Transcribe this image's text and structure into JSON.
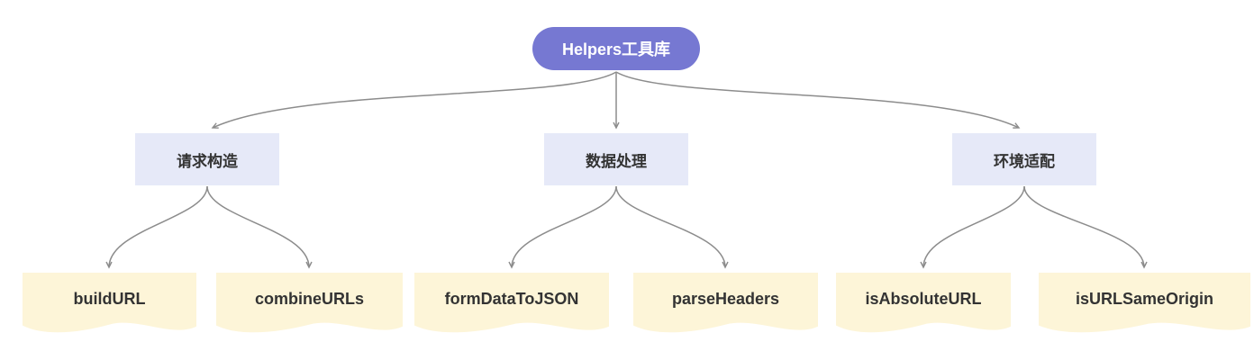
{
  "diagram": {
    "root": {
      "label": "Helpers工具库"
    },
    "branches": [
      {
        "label": "请求构造",
        "children": [
          {
            "label": "buildURL"
          },
          {
            "label": "combineURLs"
          }
        ]
      },
      {
        "label": "数据处理",
        "children": [
          {
            "label": "formDataToJSON"
          },
          {
            "label": "parseHeaders"
          }
        ]
      },
      {
        "label": "环境适配",
        "children": [
          {
            "label": "isAbsoluteURL"
          },
          {
            "label": "isURLSameOrigin"
          }
        ]
      }
    ],
    "colors": {
      "root_bg": "#7678d2",
      "root_text": "#ffffff",
      "branch_bg": "#e6e9f8",
      "leaf_bg": "#fdf5d8",
      "edge": "#8c8c8c",
      "text": "#333333"
    }
  }
}
